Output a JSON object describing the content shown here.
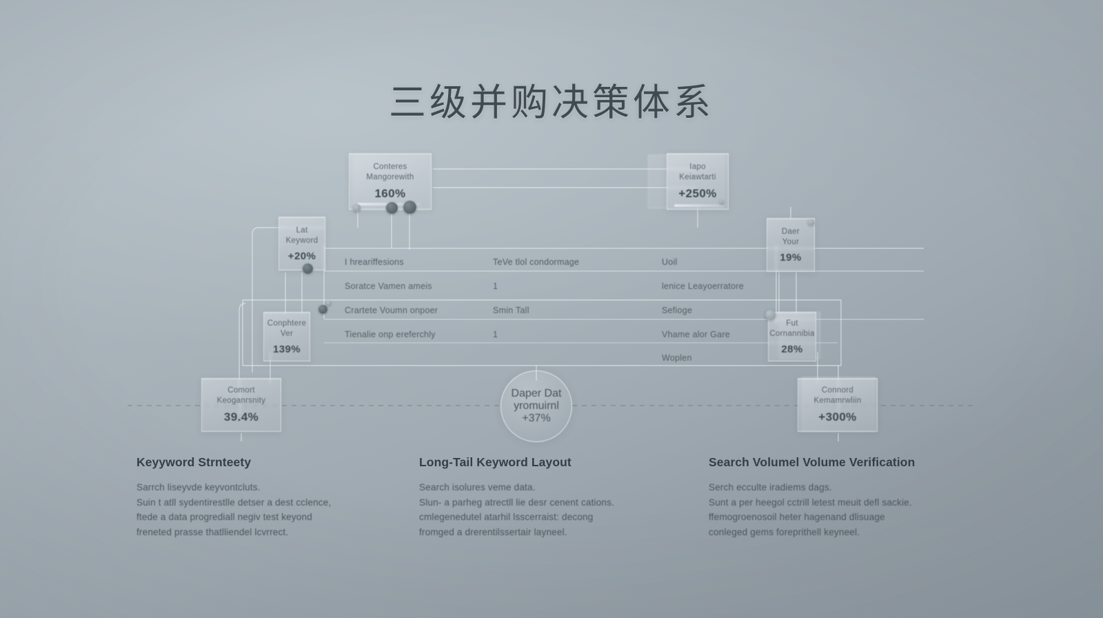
{
  "page": {
    "title": "三级并购决策体系",
    "background_top": "#aeb8bf",
    "background_bottom": "#8d979f",
    "accent_text": "#3e4a50"
  },
  "diagram": {
    "nodes": [
      {
        "id": "top-left",
        "label": "Conteres\nMangorewith",
        "value": "160%"
      },
      {
        "id": "top-right",
        "label": "Iapo\nKeiawtarti",
        "value": "+250%"
      },
      {
        "id": "left-upper",
        "label": "Lat\nKeyword",
        "value": "+20%"
      },
      {
        "id": "right-upper",
        "label": "Daer\nYour",
        "value": "19%"
      },
      {
        "id": "left-mid",
        "label": "Conphtere\nVer",
        "value": "139%"
      },
      {
        "id": "right-mid",
        "label": "Fut\nCornannibia",
        "value": "28%"
      },
      {
        "id": "bottom-left",
        "label": "Comort\nKeoganrsnity",
        "value": "39.4%"
      },
      {
        "id": "bottom-right",
        "label": "Connord\nKemamrwliin",
        "value": "+300%"
      }
    ],
    "center_node": {
      "label": "Daper\nDat yromuirnl",
      "value": "+37%"
    },
    "table": {
      "rows": [
        {
          "c1": "I hreariffesions",
          "c2": "TeVe tlol condormage",
          "c3": "Uoil"
        },
        {
          "c1": "Soratce Vamen ameis",
          "c2": "1",
          "c3": "lenice Leayoerratore"
        },
        {
          "c1": "Crartete Voumn onpoer",
          "c2": "Smin Tall",
          "c3": "Sefioge"
        },
        {
          "c1": "Tienalie onp ereferchly",
          "c2": "1",
          "c3": "Vhame alor Gare"
        },
        {
          "c1": "",
          "c2": "",
          "c3": "Woplen"
        }
      ]
    }
  },
  "columns": [
    {
      "heading": "Keyyword Strnteety",
      "body": "Sarrch liseyvde keyvontcluts.\nSuin t atll sydentirestlle detser a dest cclence,\nftede a data progrediall negiv test keyond\nfreneted prasse thatlliendel lcvrrect."
    },
    {
      "heading": "Long-Tail Keyword Layout",
      "body": "Search isolures veme data.\nSlun- a parheg atrectll lie desr cenent cations.\ncmlegenedutel atarhil lsscerraist: decong\nfromged a drerentilssertair layneel."
    },
    {
      "heading": "Search Volumel Volume Verification",
      "body": "Serch ecculte iradiems dags.\nSunt a per heegol cctrill letest meuit defl sackie.\nffemogroenosoil heter hagenand dlisuage\nconleged gems foreprithell keyneel."
    }
  ]
}
